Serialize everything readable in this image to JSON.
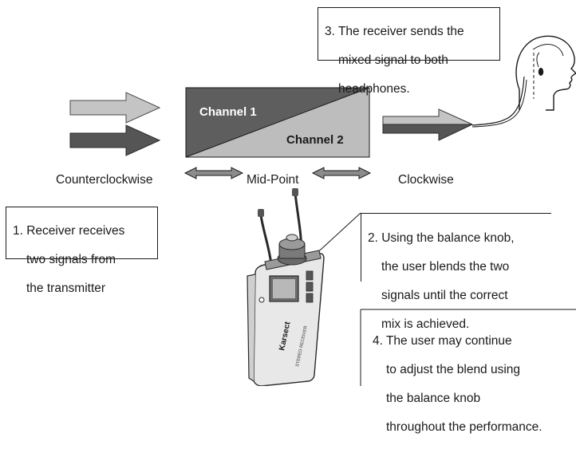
{
  "notes": {
    "step1": [
      "1. Receiver receives",
      "two signals from",
      "the transmitter"
    ],
    "step2": [
      "2. Using the balance knob,",
      "the user blends the two",
      "signals until the correct",
      "mix is achieved."
    ],
    "step3": [
      "3. The receiver sends the",
      "mixed signal to both",
      "headphones."
    ],
    "step4": [
      "4. The user may continue",
      "to adjust the blend using",
      "the balance knob",
      "throughout the performance."
    ]
  },
  "labels": {
    "counterclockwise": "Counterclockwise",
    "midpoint": "Mid-Point",
    "clockwise": "Clockwise"
  },
  "channels": {
    "channel1": "Channel 1",
    "channel2": "Channel 2"
  },
  "device": {
    "brand": "Karsect",
    "model": "STEREO RECEIVER"
  },
  "colors": {
    "light_gray": "#bdbdbd",
    "dark_gray": "#5e5e5e",
    "outline": "#1a1a1a"
  }
}
